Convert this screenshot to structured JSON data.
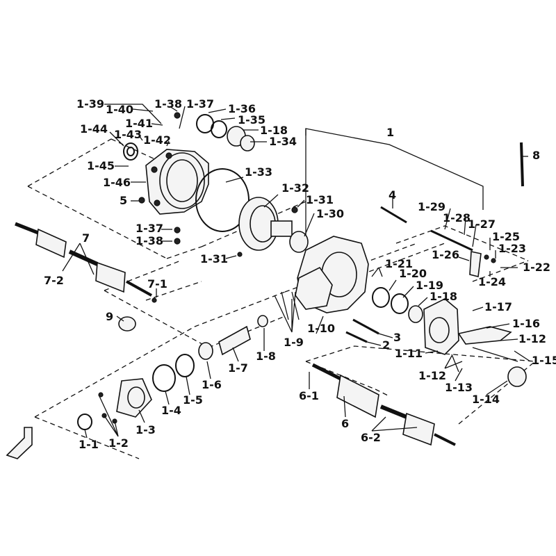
{
  "diagram": {
    "callouts": [
      "1-39",
      "1-38",
      "1-37",
      "1-36",
      "1-35",
      "1-40",
      "1-41",
      "1-18",
      "1-34",
      "1-44",
      "1-43",
      "1-42",
      "1-45",
      "1-33",
      "1-46",
      "1-32",
      "1-31",
      "1-30",
      "4",
      "1-29",
      "1-28",
      "1-27",
      "1-25",
      "1-23",
      "1-26",
      "1-22",
      "1-24",
      "5",
      "1-37",
      "1-38",
      "7",
      "7-2",
      "7-1",
      "1-31",
      "1-21",
      "1-20",
      "1-19",
      "1-18",
      "1-17",
      "1-16",
      "9",
      "1-10",
      "1-9",
      "3",
      "2",
      "1-12",
      "1-15",
      "1-11",
      "1-8",
      "1-7",
      "1-6",
      "1-5",
      "1-4",
      "1-3",
      "1-2",
      "1-1",
      "6-1",
      "6",
      "6-2",
      "1-12",
      "1-13",
      "1-14",
      "1",
      "8"
    ]
  }
}
